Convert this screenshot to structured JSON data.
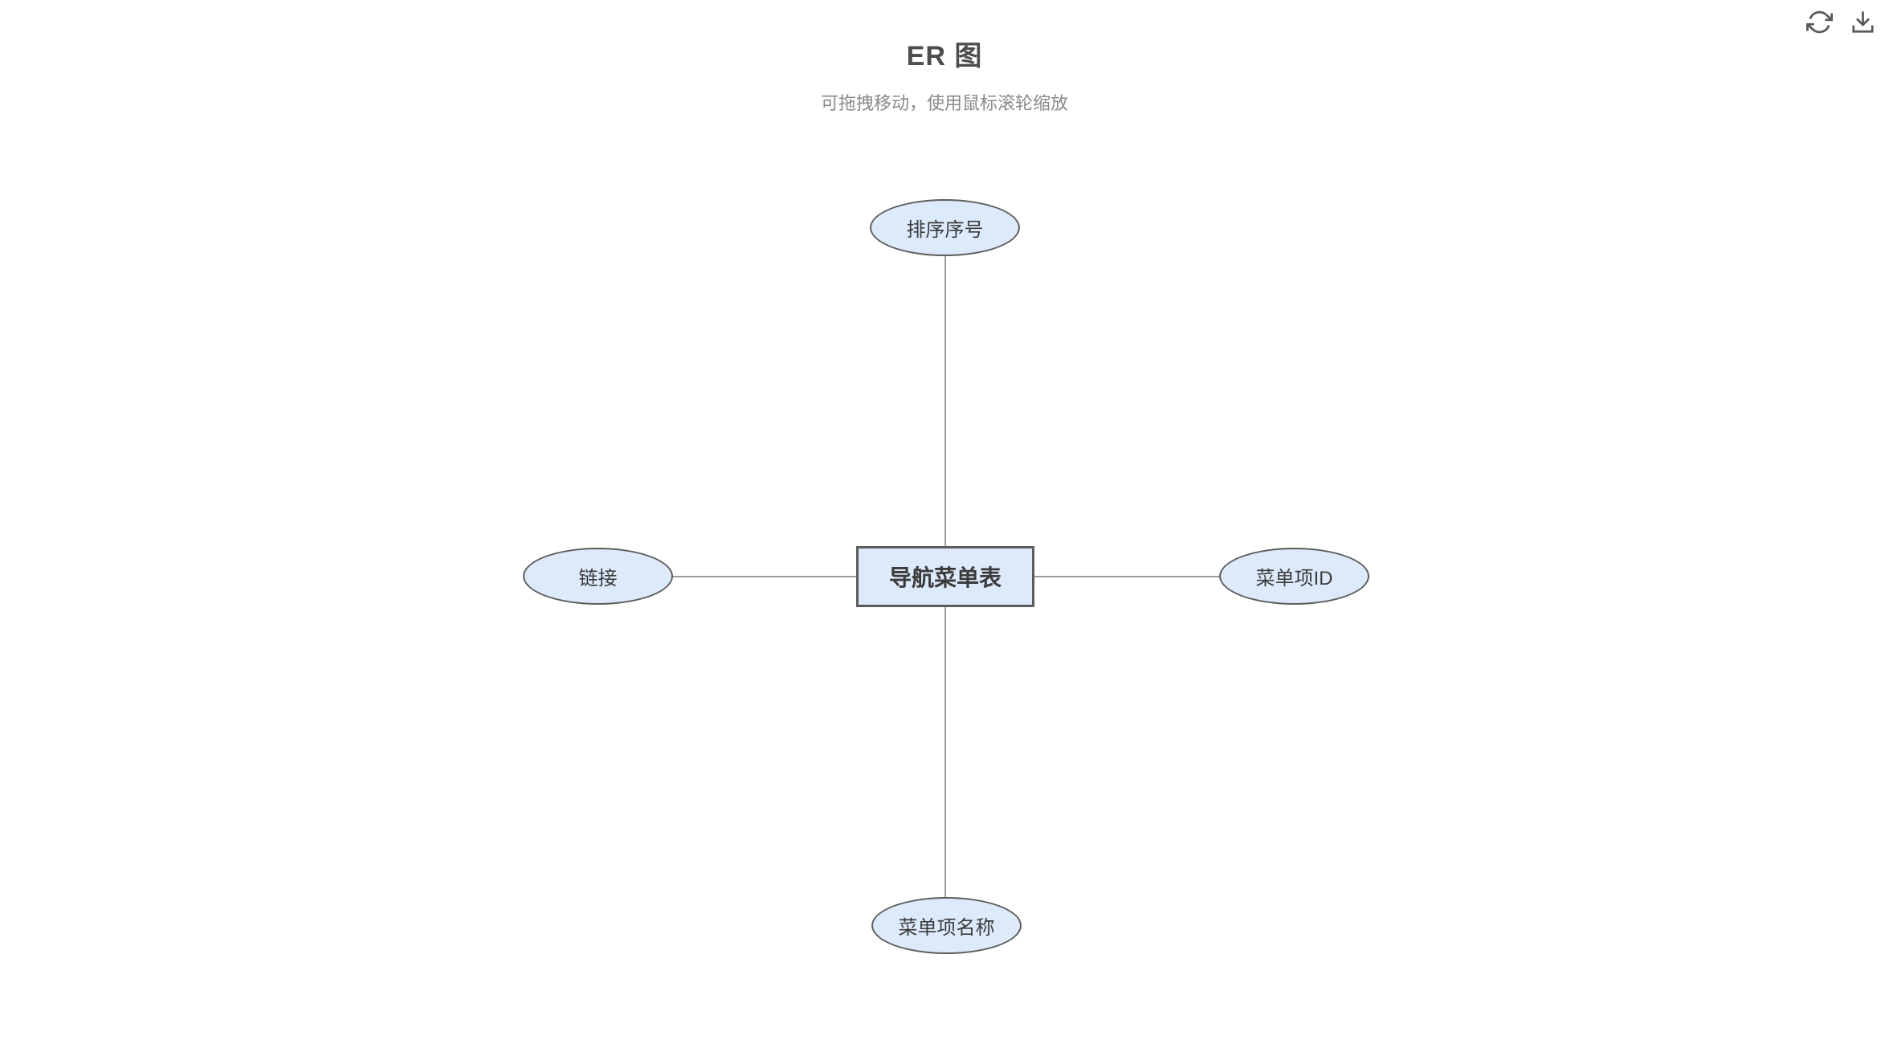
{
  "header": {
    "title": "ER 图",
    "subtitle": "可拖拽移动，使用鼠标滚轮缩放"
  },
  "toolbar": {
    "refresh_icon": "refresh-icon",
    "download_icon": "download-icon"
  },
  "diagram": {
    "entity": {
      "label": "导航菜单表",
      "shape": "rectangle"
    },
    "attributes": [
      {
        "label": "排序序号",
        "shape": "ellipse",
        "position": "top"
      },
      {
        "label": "菜单项ID",
        "shape": "ellipse",
        "position": "right"
      },
      {
        "label": "菜单项名称",
        "shape": "ellipse",
        "position": "bottom"
      },
      {
        "label": "链接",
        "shape": "ellipse",
        "position": "left"
      }
    ],
    "edges": [
      {
        "from": "导航菜单表",
        "to": "排序序号"
      },
      {
        "from": "导航菜单表",
        "to": "菜单项ID"
      },
      {
        "from": "导航菜单表",
        "to": "菜单项名称"
      },
      {
        "from": "导航菜单表",
        "to": "链接"
      }
    ]
  },
  "colors": {
    "background": "#ffffff",
    "node_fill": "#ddeafb",
    "node_border": "#5c5c5c",
    "node_text": "#3b3b3b",
    "edge": "#9b9b9b",
    "title_text": "#4d4d4d",
    "subtitle_text": "#8a8a8a",
    "icon": "#595959"
  }
}
